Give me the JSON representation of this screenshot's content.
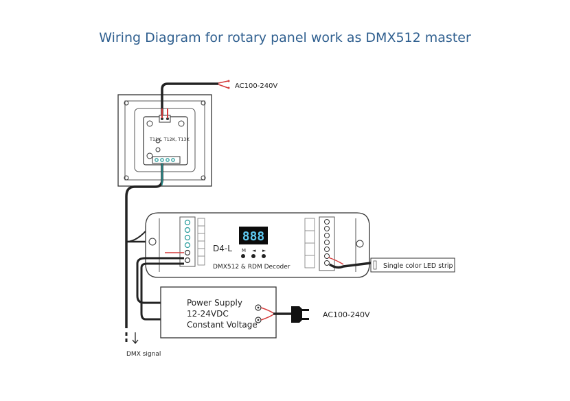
{
  "title": "Wiring Diagram for rotary panel work as DMX512 master",
  "panel": {
    "models": "T11K, T12K, T13K",
    "ac_label": "AC100-240V"
  },
  "decoder": {
    "model": "D4-L",
    "display": "888",
    "subtitle": "DMX512 & RDM Decoder",
    "buttons": [
      "M",
      "◄",
      "►"
    ]
  },
  "led_strip": {
    "label": "Single color LED strip"
  },
  "power_supply": {
    "line1": "Power Supply",
    "line2": "12-24VDC",
    "line3": "Constant Voltage",
    "ac_label": "AC100-240V"
  },
  "dmx": {
    "label": "DMX signal"
  }
}
